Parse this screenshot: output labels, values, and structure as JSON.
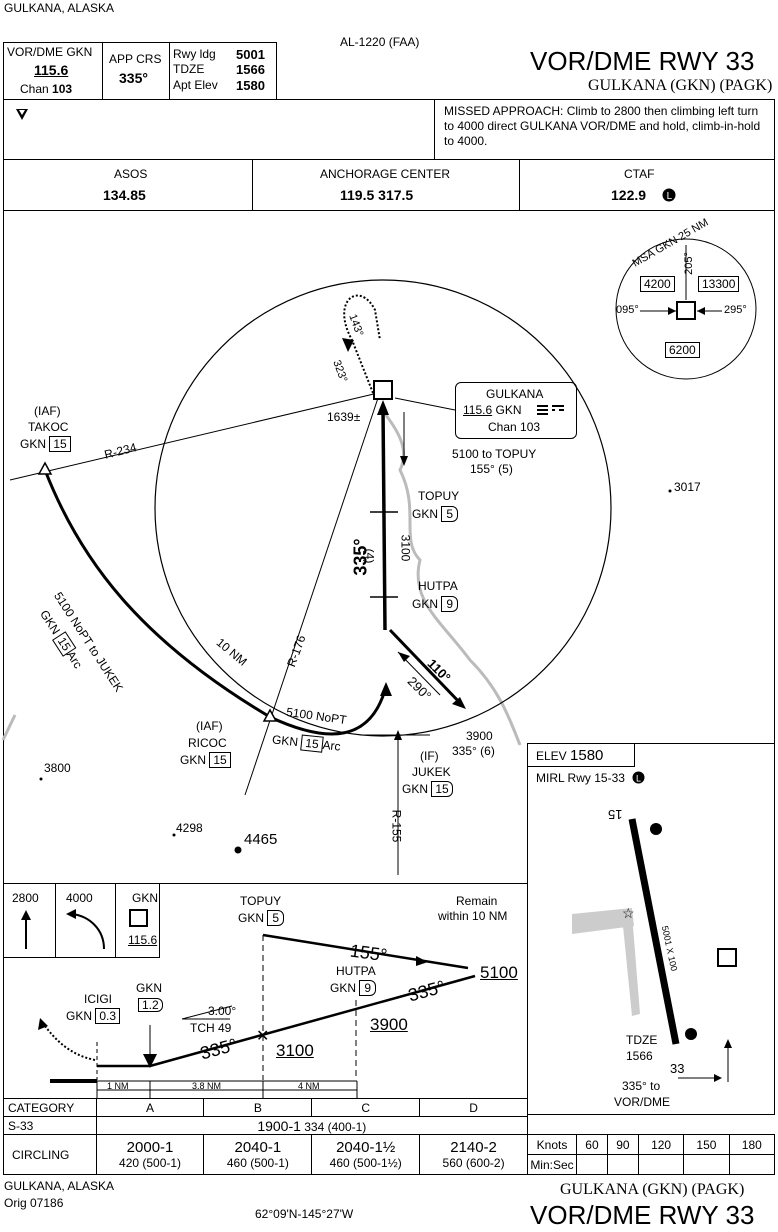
{
  "header": {
    "location": "GULKANA, ALASKA",
    "procedure_id": "AL-1220 (FAA)",
    "title": "VOR/DME RWY 33",
    "subtitle": "GULKANA (GKN) (PAGK)",
    "nav_label": "VOR/DME GKN",
    "nav_freq": "115.6",
    "nav_chan_label": "Chan",
    "nav_chan": "103",
    "app_crs_label": "APP CRS",
    "app_crs": "335°",
    "rwy_ldg_label": "Rwy ldg",
    "rwy_ldg": "5001",
    "tdze_label": "TDZE",
    "tdze": "1566",
    "apt_elev_label": "Apt Elev",
    "apt_elev": "1580",
    "missed_approach": "MISSED APPROACH: Climb to 2800 then climbing left turn to 4000 direct GULKANA VOR/DME and hold, climb-in-hold to 4000."
  },
  "comms": [
    {
      "name": "ASOS",
      "freq": "134.85"
    },
    {
      "name": "ANCHORAGE CENTER",
      "freq": "119.5  317.5"
    },
    {
      "name": "CTAF",
      "freq": "122.9"
    }
  ],
  "plan": {
    "msa_title": "MSA GKN 25 NM",
    "msa_alt_nw": "4200",
    "msa_alt_ne": "13300",
    "msa_alt_s": "6200",
    "msa_brg_205": "205°",
    "msa_brg_095": "095°",
    "msa_brg_295": "295°",
    "vor_name": "GULKANA",
    "vor_freq": "115.6",
    "vor_id": "GKN",
    "vor_chan": "Chan 103",
    "hold_143": "143°",
    "hold_323": "323°",
    "vor_elev": "1639±",
    "topupy_leg": "5100 to TOPUY",
    "topupy_leg2": "155° (5)",
    "elev_3017": "3017",
    "takoc_iaf": "(IAF)",
    "takoc": "TAKOC",
    "takoc_dme": "GKN",
    "takoc_dme_val": "15",
    "r234": "R-234",
    "arc_label1": "5100 NoPT to JUKEK",
    "arc_label2_gkn": "GKN",
    "arc_label2_val": "15",
    "arc_label2_arc": "Arc",
    "topuy": "TOPUY",
    "topuy_dme_gkn": "GKN",
    "topuy_dme": "5",
    "final_alt": "3100",
    "final_crs": "335°",
    "final_dist": "(4)",
    "hutpa": "HUTPA",
    "hutpa_dme_gkn": "GKN",
    "hutpa_dme": "9",
    "crs_110": "110°",
    "crs_290": "290°",
    "ten_nm": "10 NM",
    "r176": "R-176",
    "ricoc_iaf": "(IAF)",
    "ricoc": "RICOC",
    "ricoc_dme_gkn": "GKN",
    "ricoc_dme": "15",
    "ricoc_nopt": "5100 NoPT",
    "ricoc_arc_gkn": "GKN",
    "ricoc_arc_val": "15",
    "ricoc_arc": "Arc",
    "jukek_alt": "3900",
    "jukek_crs": "335° (6)",
    "jukek_if": "(IF)",
    "jukek": "JUKEK",
    "jukek_dme_gkn": "GKN",
    "jukek_dme": "15",
    "r155": "R-155",
    "elev_3800": "3800",
    "elev_4298": "4298",
    "elev_4465": "4465"
  },
  "airport": {
    "elev_label": "ELEV",
    "elev": "1580",
    "lighting": "MIRL Rwy 15-33",
    "rwy15": "15",
    "rwy33": "33",
    "rwy_dims": "5001 X 100",
    "tdze_label": "TDZE",
    "tdze": "1566",
    "crs_note1": "335° to",
    "crs_note2": "VOR/DME"
  },
  "profile": {
    "ma_alt1": "2800",
    "ma_alt2": "4000",
    "ma_nav": "GKN",
    "ma_freq": "115.6",
    "topuy": "TOPUY",
    "topuy_dme_gkn": "GKN",
    "topuy_dme": "5",
    "remain1": "Remain",
    "remain2": "within 10 NM",
    "crs_155": "155°",
    "alt_5100": "5100",
    "hutpa": "HUTPA",
    "hutpa_dme_gkn": "GKN",
    "hutpa_dme": "9",
    "crs_335_a": "335°",
    "alt_3900": "3900",
    "icigi": "ICIGI",
    "icigi_dme_gkn": "GKN",
    "icigi_dme": "0.3",
    "gkn_label": "GKN",
    "gkn_dme": "1.2",
    "gs_angle": "3.00°",
    "tch": "TCH 49",
    "crs_335_b": "335°",
    "alt_3100": "3100",
    "seg1": "1 NM",
    "seg2": "3.8 NM",
    "seg3": "4 NM"
  },
  "minimums": {
    "category_label": "CATEGORY",
    "categories": [
      "A",
      "B",
      "C",
      "D"
    ],
    "s33_label": "S-33",
    "s33_main": "1900-1",
    "s33_sub": "334 (400-1)",
    "circling_label": "CIRCLING",
    "circling": [
      {
        "main": "2000-1",
        "sub": "420 (500-1)"
      },
      {
        "main": "2040-1",
        "sub": "460 (500-1)"
      },
      {
        "main": "2040-1½",
        "sub": "460 (500-1½)"
      },
      {
        "main": "2140-2",
        "sub": "560 (600-2)"
      }
    ]
  },
  "timing": {
    "knots_label": "Knots",
    "knots": [
      "60",
      "90",
      "120",
      "150",
      "180"
    ],
    "minsec_label": "Min:Sec"
  },
  "footer": {
    "location": "GULKANA, ALASKA",
    "amdt": "Orig  07186",
    "coords": "62°09'N-145°27'W",
    "subtitle": "GULKANA (GKN) (PAGK)",
    "title": "VOR/DME RWY 33"
  }
}
